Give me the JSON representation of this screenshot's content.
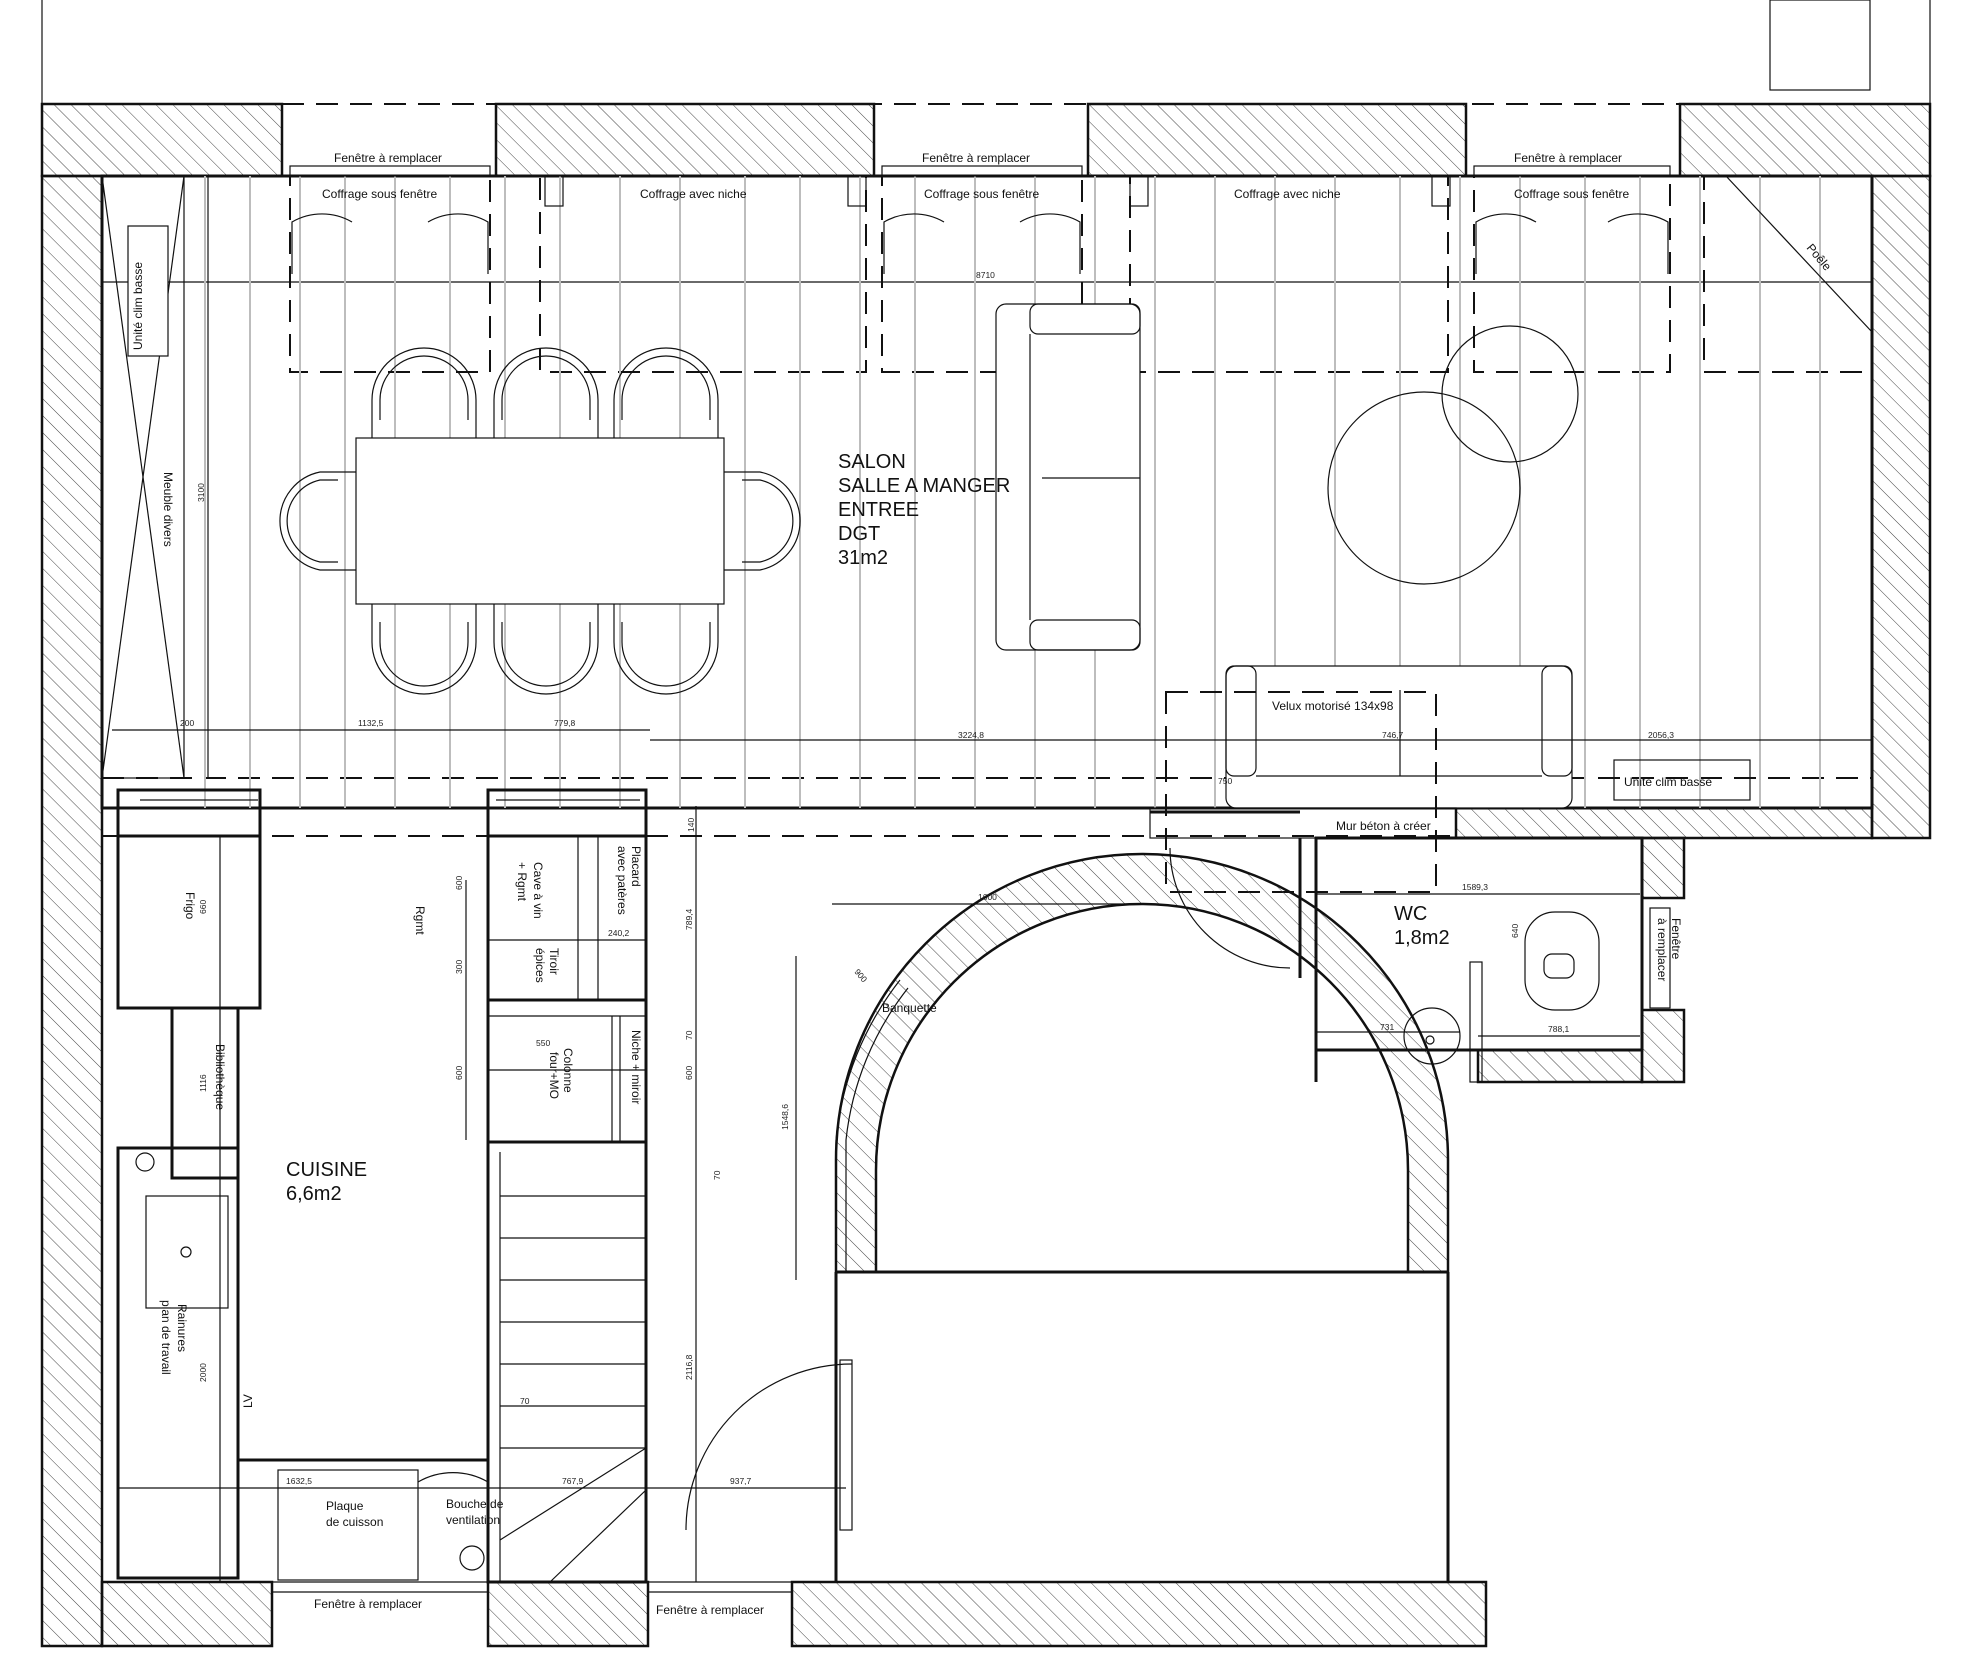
{
  "rooms": {
    "salon": {
      "line1": "SALON",
      "line2": "SALLE A MANGER",
      "line3": "ENTREE",
      "line4": "DGT",
      "area": "31m2"
    },
    "cuisine": {
      "name": "CUISINE",
      "area": "6,6m2"
    },
    "wc": {
      "name": "WC",
      "area": "1,8m2"
    }
  },
  "labels": {
    "window_replace": "Fenêtre à remplacer",
    "coffrage_sous_fenetre": "Coffrage sous fenêtre",
    "coffrage_avec_niche": "Coffrage avec niche",
    "poele": "Poêle",
    "unite_clim_basse": "Unité clim basse",
    "meuble_divers": "Meuble divers",
    "velux": "Velux motorisé 134x98",
    "mur_beton": "Mur béton à créer",
    "frigo": "Frigo",
    "rgmt": "Rgmt",
    "cave_a_vin_l1": "Cave à vin",
    "cave_a_vin_l2": "+ Rgmt",
    "placard_l1": "Placard",
    "placard_l2": "avec patères",
    "tiroir_l1": "Tiroir",
    "tiroir_l2": "épices",
    "colonne_l1": "Colonne",
    "colonne_l2": "four+MO",
    "niche": "Niche + miroir",
    "bibliotheque": "Bibliothèque",
    "rainures_l1": "Rainures",
    "rainures_l2": "plan de travail",
    "lv": "LV",
    "plaque_l1": "Plaque",
    "plaque_l2": "de cuisson",
    "bouche_l1": "Bouche de",
    "bouche_l2": "ventilation",
    "banquette": "Banquette",
    "fenetre_l1": "Fenêtre",
    "fenetre_l2": "à remplacer"
  },
  "dimensions": {
    "d8710": "8710",
    "d3100": "3100",
    "d200": "200",
    "d1132": "1132,5",
    "d779": "779,8",
    "d3224": "3224,8",
    "d746": "746,7",
    "d2056": "2056,3",
    "d750": "750",
    "d140": "140",
    "d1600": "1600",
    "d1589": "1589,3",
    "d660": "660",
    "d600a": "600",
    "d300": "300",
    "d600b": "600",
    "d240": "240,2",
    "d550": "550",
    "d789": "789,4",
    "d70a": "70",
    "d600c": "600",
    "d1548": "1548,6",
    "d70b": "70",
    "d1116": "1116",
    "d2000": "2000",
    "d2116": "2116,8",
    "d70c": "70",
    "d1632": "1632,5",
    "d767": "767,9",
    "d937": "937,7",
    "d731": "731",
    "d788": "788,1",
    "d900": "900",
    "d640": "640"
  }
}
